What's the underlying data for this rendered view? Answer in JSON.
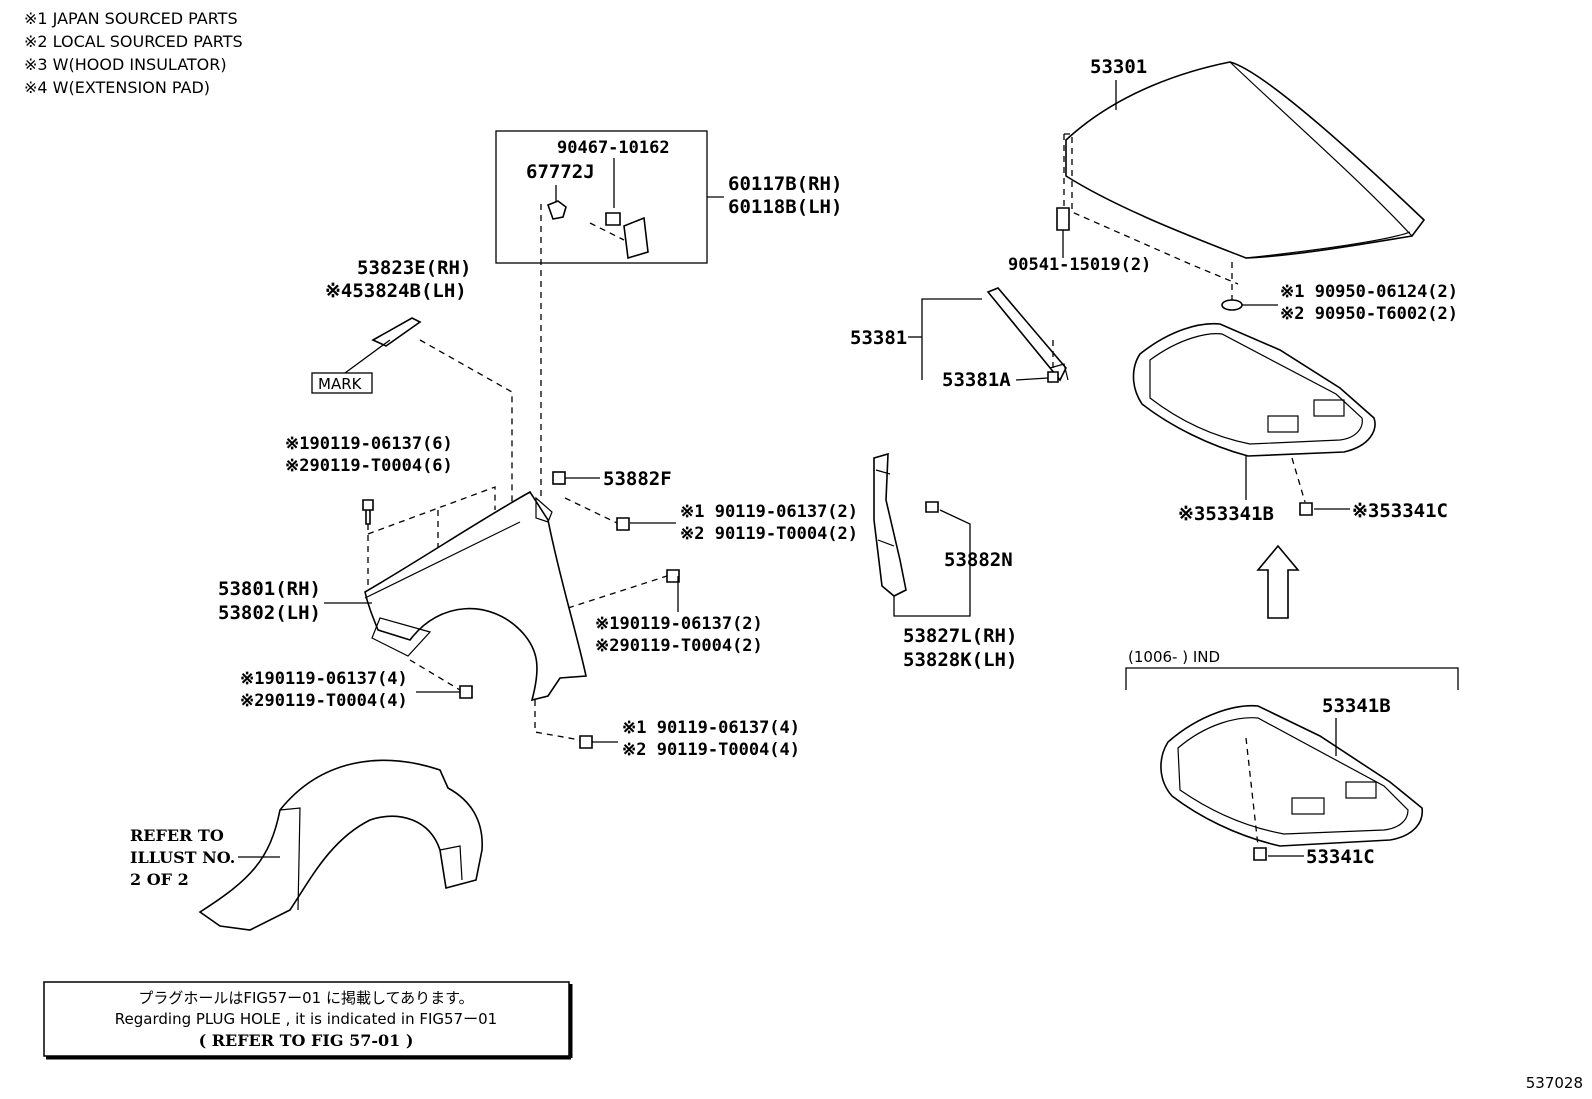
{
  "notes": [
    "※1 JAPAN SOURCED PARTS",
    "※2 LOCAL SOURCED PARTS",
    "※3 W(HOOD INSULATOR)",
    "※4 W(EXTENSION PAD)"
  ],
  "callouts": {
    "p90467": "90467-10162",
    "p67772": "67772J",
    "p60117": "60117B(RH)",
    "p60118": "60118B(LH)",
    "p53823": "53823E(RH)",
    "p53824": "※453824B(LH)",
    "mark": "MARK",
    "f1a": "※190119-06137(6)",
    "f1b": "※290119-T0004(6)",
    "p53882f": "53882F",
    "f2a": "※1 90119-06137(2)",
    "f2b": "※2 90119-T0004(2)",
    "p53801": "53801(RH)",
    "p53802": "53802(LH)",
    "f3a": "※190119-06137(2)",
    "f3b": "※290119-T0004(2)",
    "f4a": "※190119-06137(4)",
    "f4b": "※290119-T0004(4)",
    "f5a": "※1 90119-06137(4)",
    "f5b": "※2 90119-T0004(4)",
    "refer1": "REFER TO",
    "refer2": "ILLUST NO.",
    "refer3": "2 OF 2",
    "p53301": "53301",
    "p90541": "90541-15019(2)",
    "p90950a": "※1 90950-06124(2)",
    "p90950b": "※2 90950-T6002(2)",
    "p53381": "53381",
    "p53381a": "53381A",
    "p53882n": "53882N",
    "p53827": "53827L(RH)",
    "p53828": "53828K(LH)",
    "p53341b_a": "※353341B",
    "p53341c_a": "※353341C",
    "ind": "(1006-      ) IND",
    "p53341b_b": "53341B",
    "p53341c_b": "53341C"
  },
  "notice": {
    "line1": "プラグホールはFIG57ー01 に掲載してあります。",
    "line2": "Regarding  PLUG HOLE , it is indicated  in  FIG57ー01",
    "line3": "(   REFER TO FIG 57-01   )"
  },
  "figure_id": "537028"
}
